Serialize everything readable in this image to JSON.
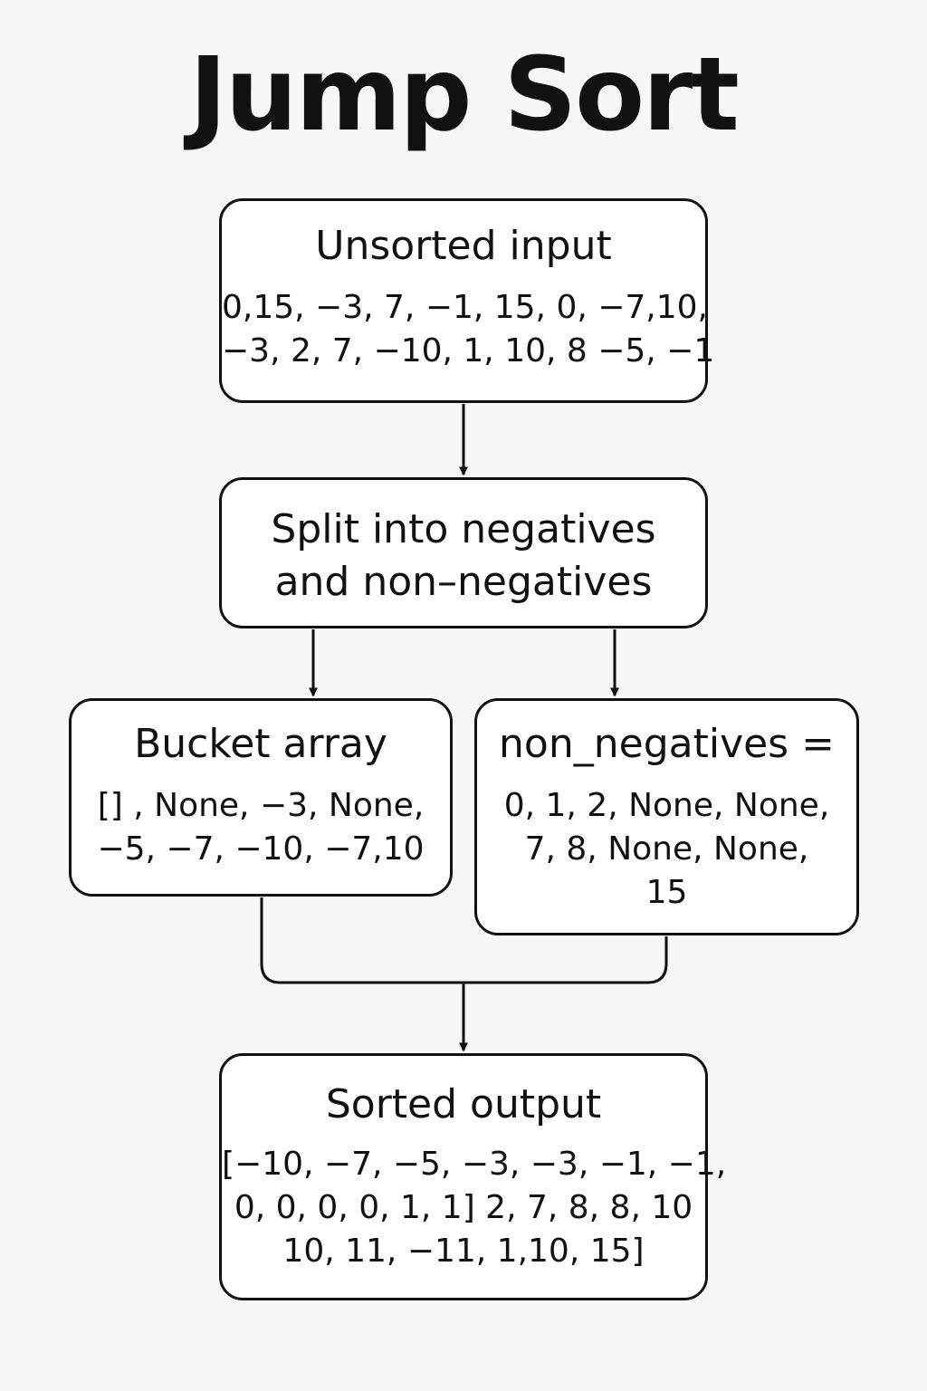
{
  "title": "Jump Sort",
  "nodes": {
    "input": {
      "heading": "Unsorted input",
      "lines": [
        "0,15, −3, 7, −1, 15, 0, −7,10,",
        "−3, 2, 7, −10, 1, 10, 8 −5, −1"
      ]
    },
    "split": {
      "lines": [
        "Split into negatives",
        "and non–negatives"
      ]
    },
    "bucket": {
      "heading": "Bucket array",
      "lines": [
        "[] , None, −3, None,",
        "−5, −7, −10, −7,10"
      ]
    },
    "nonneg": {
      "heading": "non_negatives =",
      "lines": [
        "0, 1, 2, None, None,",
        "7, 8, None, None,",
        "15"
      ]
    },
    "output": {
      "heading": "Sorted output",
      "lines": [
        "[−10, −7, −5, −3, −3, −1, −1,",
        "0, 0, 0, 0, 1, 1] 2, 7, 8, 8, 10",
        "10, 11, −11, 1,10, 15]"
      ]
    }
  },
  "colors": {
    "background": "#f7f7f7",
    "stroke": "#111111",
    "box_fill": "#ffffff"
  }
}
